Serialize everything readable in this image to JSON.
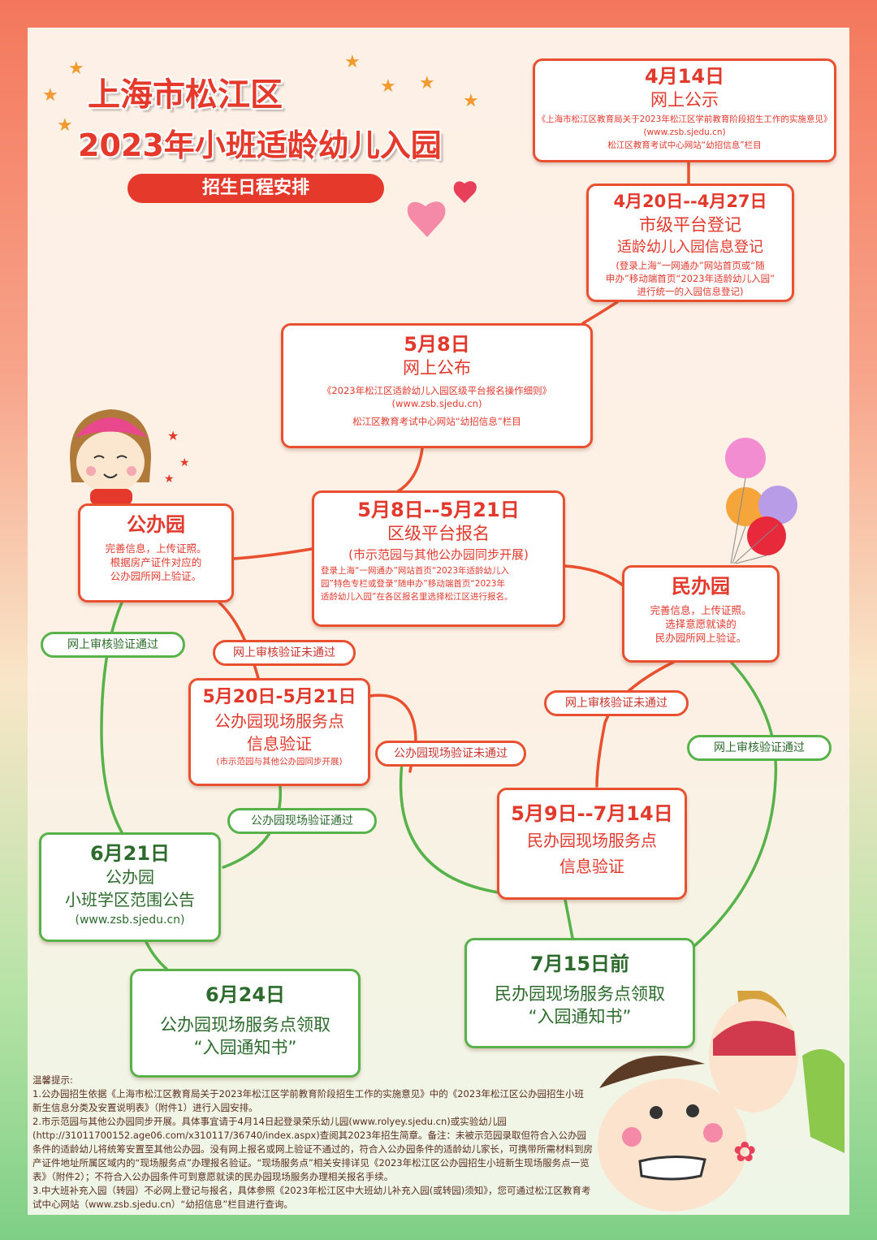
{
  "title": {
    "line1": "上海市松江区",
    "line2": "2023年小班适龄幼儿入园",
    "subtitle": "招生日程安排"
  },
  "colors": {
    "red": "#e8502f",
    "green": "#58b24a",
    "title_red": "#e5392b"
  },
  "nodes": {
    "apr14": {
      "date": "4月14日",
      "title": "网上公示",
      "line1": "《上海市松江区教育局关于2023年松江区学前教育阶段招生工作的实施意见》",
      "line2": "(www.zsb.sjedu.cn)",
      "line3": "松江区教育考试中心网站“幼招信息”栏目"
    },
    "apr20": {
      "date": "4月20日--4月27日",
      "title": "市级平台登记",
      "subtitle": "适龄幼儿入园信息登记",
      "line1": "(登录上海“一网通办”网站首页或“随",
      "line2": "申办”移动端首页“2023年适龄幼儿入园”",
      "line3": "进行统一的入园信息登记)"
    },
    "may8": {
      "date": "5月8日",
      "title": "网上公布",
      "line1": "《2023年松江区适龄幼儿入园区级平台报名操作细则》",
      "line2": "(www.zsb.sjedu.cn)",
      "line3": "松江区教育考试中心网站“幼招信息”栏目"
    },
    "may8_21": {
      "date": "5月8日--5月21日",
      "title": "区级平台报名",
      "subtitle": "(市示范园与其他公办园同步开展)",
      "line1": "登录上海“一网通办”网站首页“2023年适龄幼儿入",
      "line2": "园”特色专栏或登录“随申办”移动端首页“2023年",
      "line3": "适龄幼儿入园”在各区报名里选择松江区进行报名。"
    },
    "public": {
      "title": "公办园",
      "line1": "完善信息，上传证照。",
      "line2": "根据房产证件对应的",
      "line3": "公办园所网上验证。"
    },
    "private": {
      "title": "民办园",
      "line1": "完善信息，上传证照。",
      "line2": "选择意愿就读的",
      "line3": "民办园所网上验证。"
    },
    "may20": {
      "date": "5月20日-5月21日",
      "title": "公办园现场服务点",
      "subtitle": "信息验证",
      "note": "(市示范园与其他公办园同步开展)"
    },
    "may9": {
      "date": "5月9日--7月14日",
      "title": "民办园现场服务点",
      "subtitle": "信息验证"
    },
    "jun21": {
      "date": "6月21日",
      "title": "公办园",
      "subtitle": "小班学区范围公告",
      "note": "(www.zsb.sjedu.cn)"
    },
    "jun24": {
      "date": "6月24日",
      "title": "公办园现场服务点领取",
      "subtitle": "“入园通知书”"
    },
    "jul15": {
      "date": "7月15日前",
      "title": "民办园现场服务点领取",
      "subtitle": "“入园通知书”"
    }
  },
  "labels": {
    "online_pass_left": "网上审核验证通过",
    "online_fail_left": "网上审核验证未通过",
    "onsite_fail": "公办园现场验证未通过",
    "onsite_pass": "公办园现场验证通过",
    "online_fail_right": "网上审核验证未通过",
    "online_pass_right": "网上审核验证通过"
  },
  "notes": {
    "heading": "温馨提示:",
    "n1": "1.公办园招生依据《上海市松江区教育局关于2023年松江区学前教育阶段招生工作的实施意见》中的《2023年松江区公办园招生小班新生信息分类及安置说明表》（附件1）进行入园安排。",
    "n2": "2.市示范园与其他公办园同步开展。具体事宜请于4月14日起登录荣乐幼儿园(www.rolyey.sjedu.cn)或实验幼儿园(http://31011700152.age06.com/x310117/36740/index.aspx)查阅其2023年招生简章。备注：未被示范园录取但符合入公办园条件的适龄幼儿将统筹安置至其他公办园。没有网上报名或网上验证不通过的，符合入公办园条件的适龄幼儿家长，可携带所需材料到房产证件地址所属区域内的“现场服务点”办理报名验证。“现场服务点”相关安排详见《2023年松江区公办园招生小班新生现场服务点一览表》（附件2）；不符合入公办园条件可到意愿就读的民办园现场服务办理相关报名手续。",
    "n3": "3.中大班补充入园（转园）不必网上登记与报名，具体参照《2023年松江区中大班幼儿补充入园(或转园)须知》，您可通过松江区教育考试中心网站（www.zsb.sjedu.cn）“幼招信息”栏目进行查询。"
  }
}
